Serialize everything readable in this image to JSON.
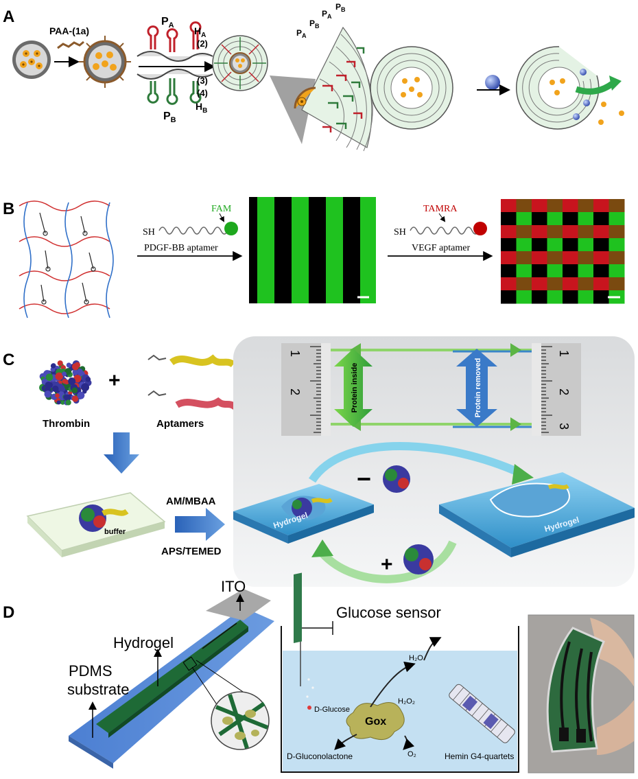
{
  "panels": {
    "A": {
      "letter": "A",
      "paa": "PAA-(1a)",
      "pa": "P",
      "pa_sub": "A",
      "ha": "H",
      "ha_sub": "A",
      "n2": "(2)",
      "n3": "(3)",
      "n4": "(4)",
      "hb": "H",
      "hb_sub": "B",
      "pb": "P",
      "pb_sub": "B",
      "fan_labels": [
        {
          "t": "P",
          "s": "A"
        },
        {
          "t": "P",
          "s": "B"
        },
        {
          "t": "P",
          "s": "A"
        },
        {
          "t": "P",
          "s": "B"
        }
      ]
    },
    "B": {
      "letter": "B",
      "fam": "FAM",
      "sh1": "SH",
      "pdgf": "PDGF-BB aptamer",
      "tamra": "TAMRA",
      "sh2": "SH",
      "vegf": "VEGF aptamer",
      "colors": {
        "green": "#1fc21f",
        "red": "#c8141e",
        "fam": "#1ea81e",
        "tamra": "#c00000"
      }
    },
    "C": {
      "letter": "C",
      "thrombin": "Thrombin",
      "aptamers": "Aptamers",
      "buffer": "buffer",
      "am": "AM/MBAA",
      "aps": "APS/TEMED",
      "protein_inside": "Protein inside",
      "protein_removed": "Protein removed",
      "hydrogel1": "Hydrogel",
      "hydrogel2": "Hydrogel",
      "minus": "−",
      "plus": "+",
      "plus_top": "+",
      "ruler_left": [
        "1",
        "2"
      ],
      "ruler_right": [
        "1",
        "2",
        "3"
      ]
    },
    "D": {
      "letter": "D",
      "ito": "ITO",
      "hydrogel": "Hydrogel",
      "pdms1": "PDMS",
      "pdms2": "substrate",
      "title": "Glucose sensor",
      "h2o": "H₂O",
      "h2o2": "H₂O₂",
      "dglucose": "D-Glucose",
      "gox": "Gox",
      "o2": "O₂",
      "dgluconolactone": "D-Gluconolactone",
      "hemin": "Hemin G4-quartets"
    }
  }
}
